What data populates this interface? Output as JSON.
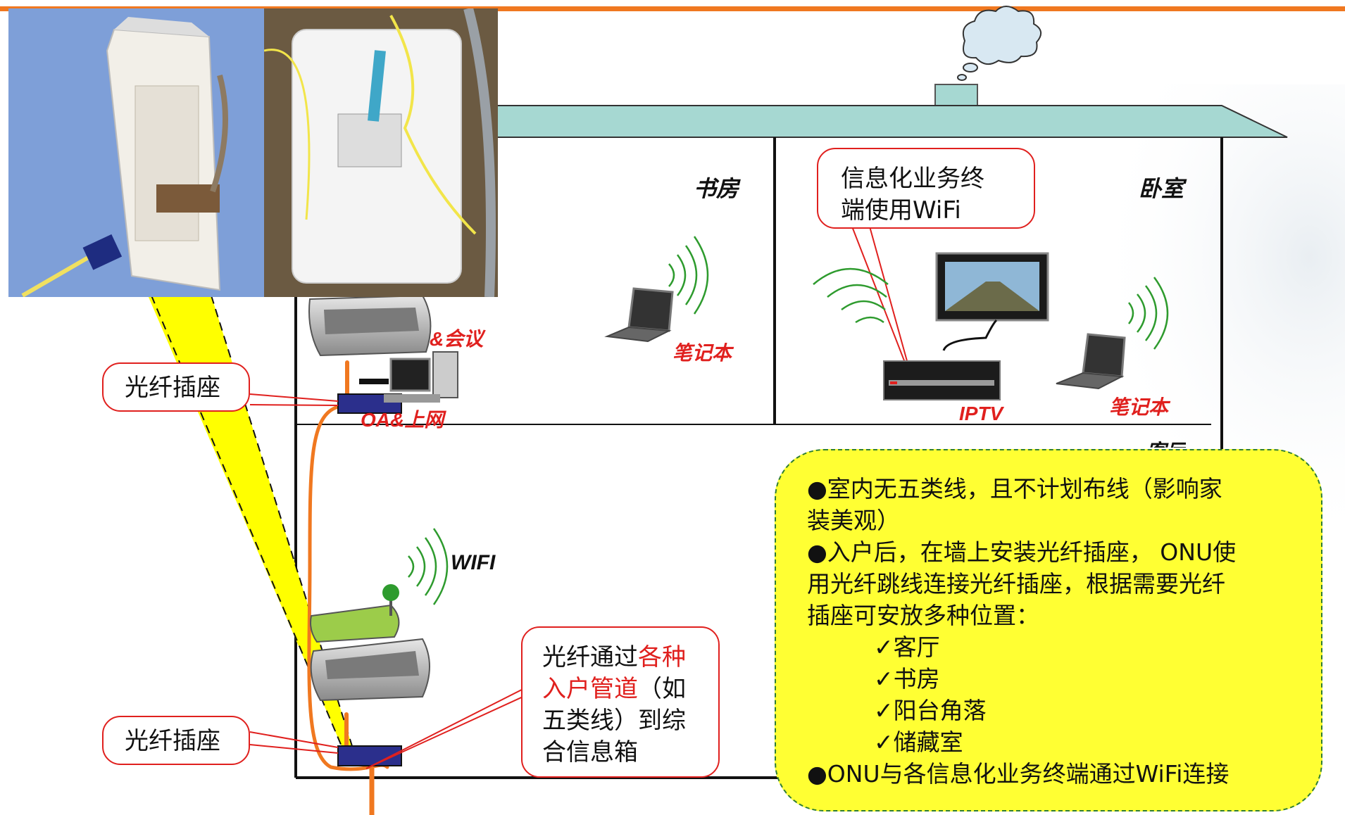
{
  "rooms": {
    "study": "书房",
    "bedroom": "卧室",
    "living_partial": "客厅"
  },
  "device_labels": {
    "meeting": "&会议",
    "oa": "OA&上网",
    "laptop_study": "笔记本",
    "laptop_bedroom": "笔记本",
    "iptv": "IPTV",
    "wifi": "WIFI"
  },
  "callouts": {
    "wifi_terminal": [
      "信息化业务终",
      "端使用WiFi"
    ],
    "socket_top": "光纤插座",
    "socket_bottom": "光纤插座",
    "fiber_path": {
      "line1_plain": "光纤通过",
      "line1_red": "各种",
      "line2_red": "入户管道",
      "line2_plain": "（如",
      "line3": "五类线）到综",
      "line4": "合信息箱"
    }
  },
  "info_box": {
    "bullet1_l1": "●室内无五类线，且不计划布线（影响家",
    "bullet1_l2": "装美观）",
    "bullet2_l1": "●入户后，在墙上安装光纤插座， ONU使",
    "bullet2_l2": "用光纤跳线连接光纤插座，根据需要光纤",
    "bullet2_l3": "插座可安放多种位置：",
    "options": [
      "✓客厅",
      "✓书房",
      "✓阳台角落",
      "✓储藏室"
    ],
    "bullet3": "●ONU与各信息化业务终端通过WiFi连接"
  },
  "colors": {
    "accent_orange": "#f07820",
    "callout_red": "#e0201e",
    "info_yellow": "#ffff33",
    "roof_teal": "#a6d8d2",
    "socket_blue": "#2b2f8c",
    "wave_green": "#2e9b2e"
  }
}
